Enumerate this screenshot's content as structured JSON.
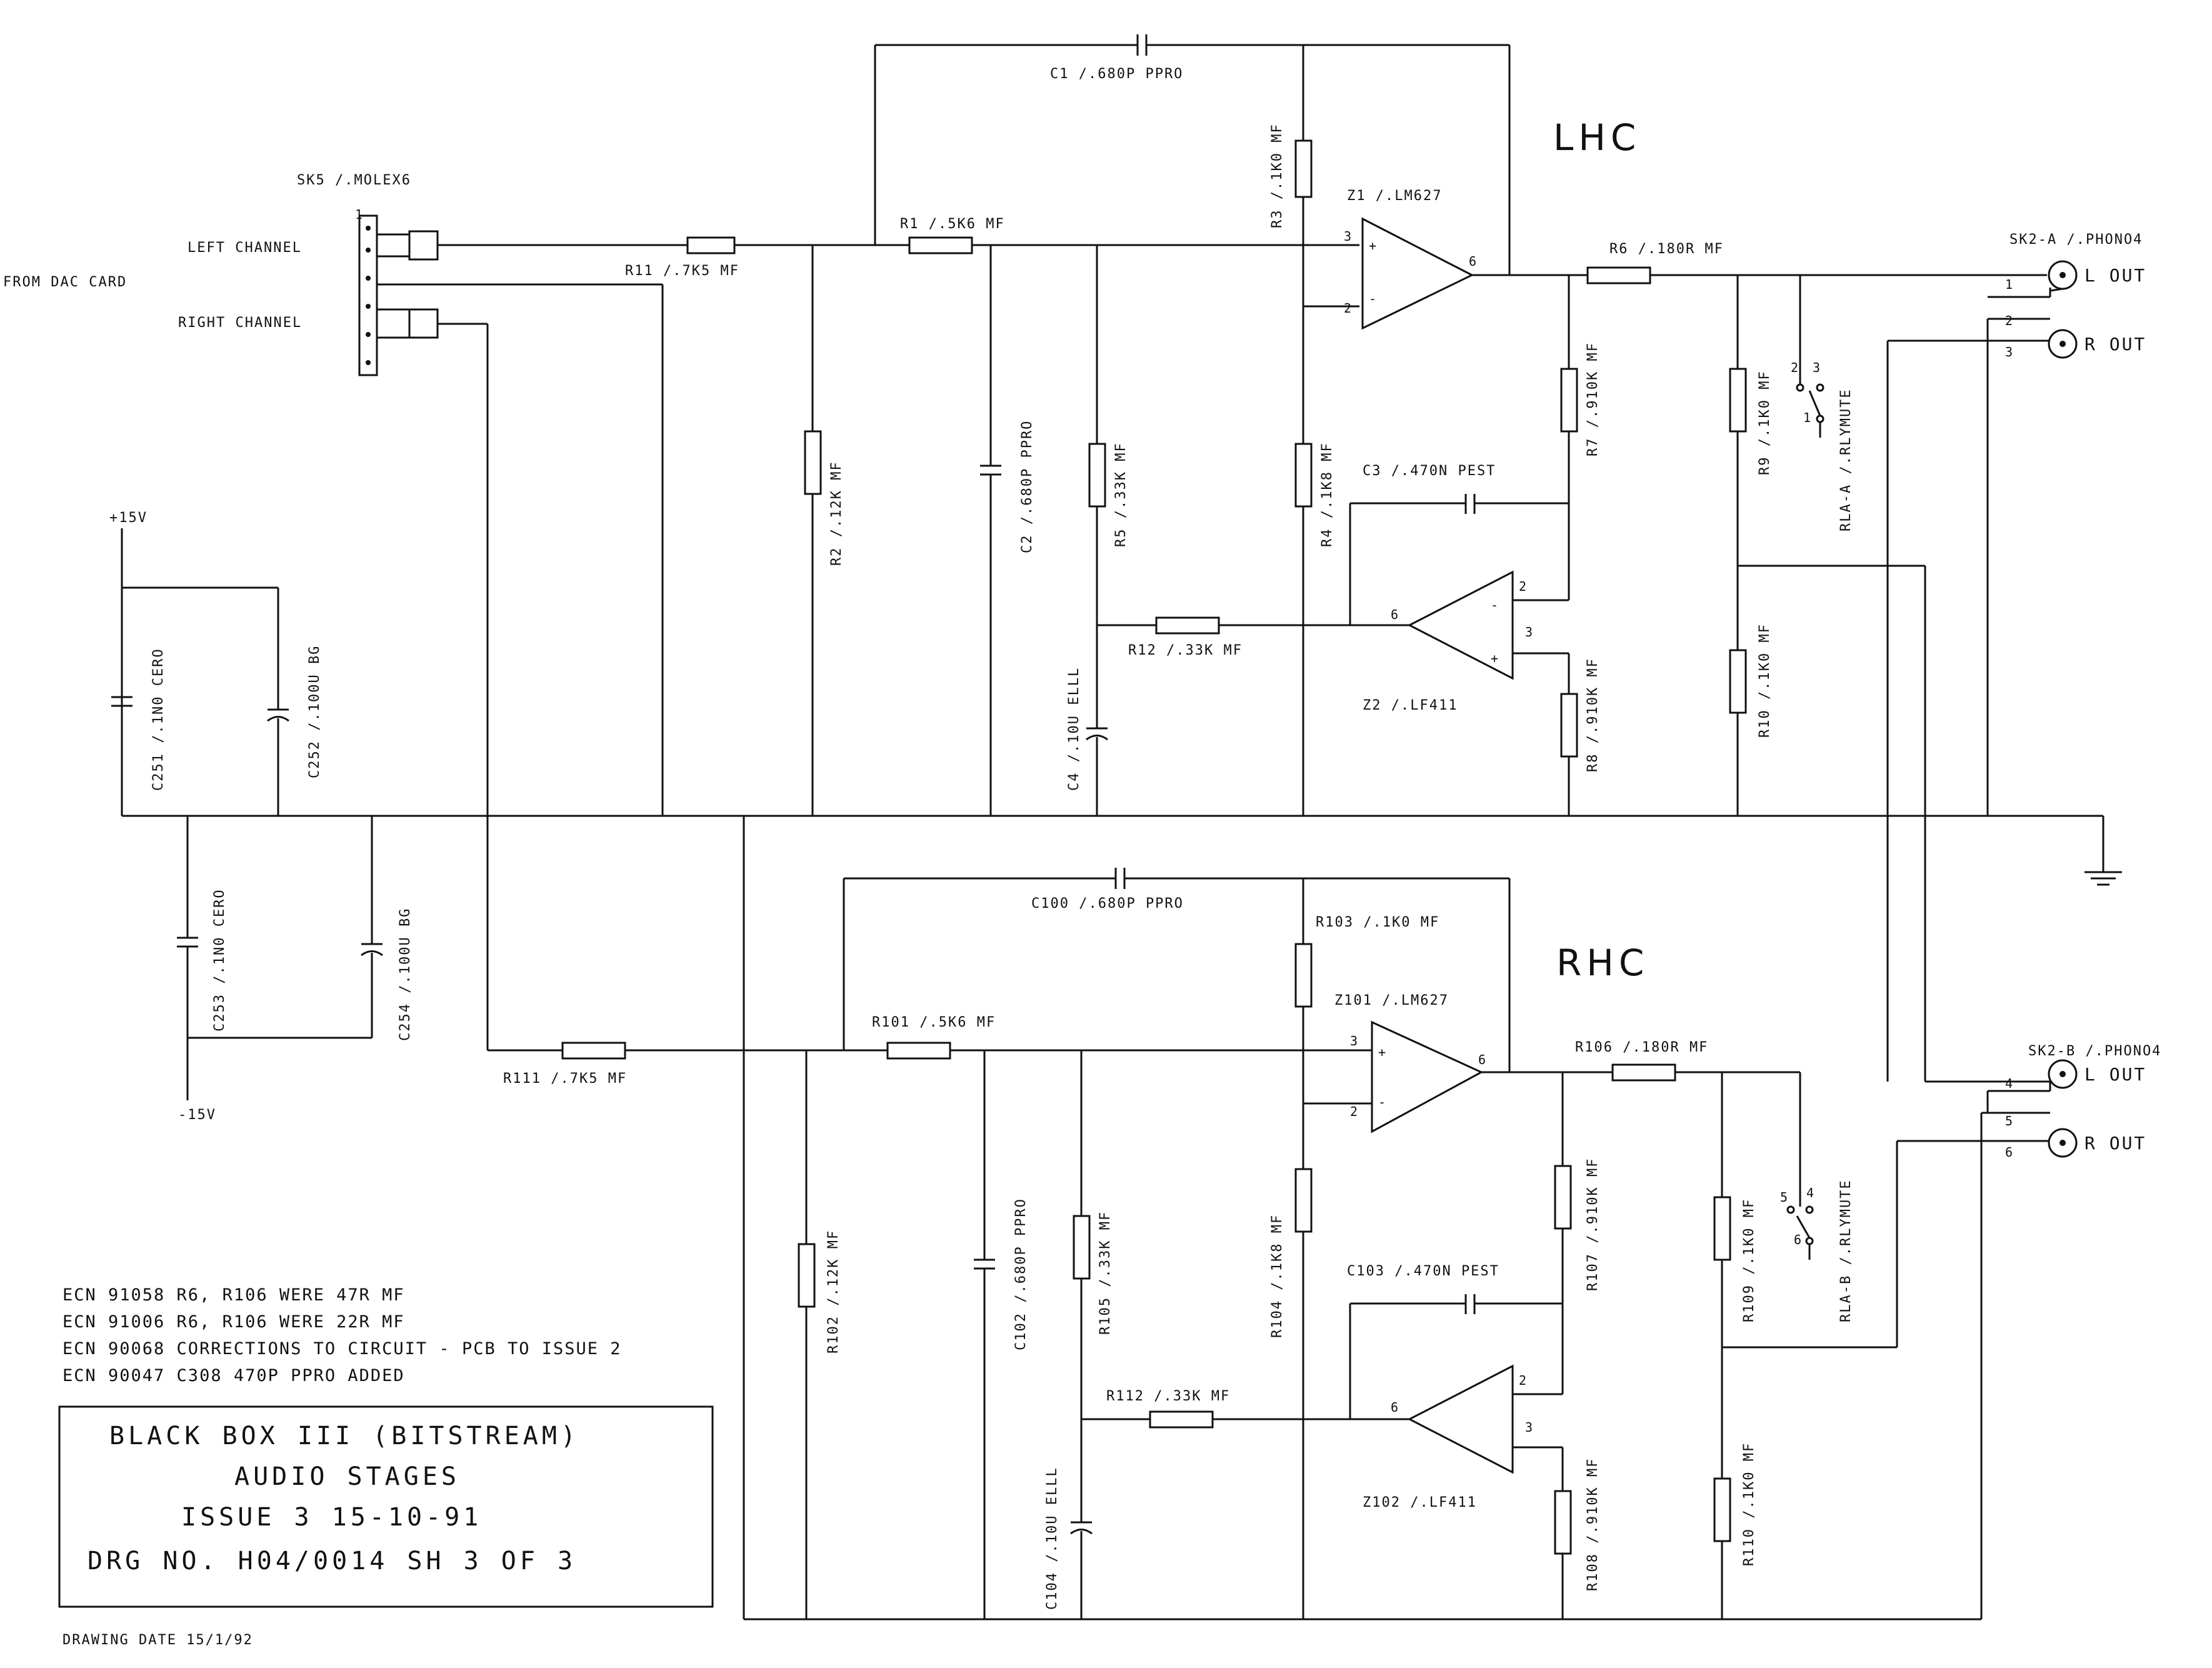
{
  "sections": {
    "left": "LHC",
    "right": "RHC"
  },
  "connectors": {
    "sk5": "SK5 /.MOLEX6",
    "source": "FROM DAC CARD",
    "left_channel": "LEFT CHANNEL",
    "right_channel": "RIGHT CHANNEL",
    "sk2a": "SK2-A /.PHONO4",
    "sk2b": "SK2-B /.PHONO4",
    "l_out": "L OUT",
    "r_out": "R OUT"
  },
  "supplies": {
    "pos": "+15V",
    "neg": "-15V"
  },
  "lhc": {
    "c1": "C1 /.680P PPRO",
    "r1": "R1 /.5K6 MF",
    "r11": "R11 /.7K5 MF",
    "r3": "R3 /.1K0 MF",
    "z1": "Z1 /.LM627",
    "r6": "R6 /.180R MF",
    "r2": "R2 /.12K MF",
    "c2": "C2 /.680P PPRO",
    "r5": "R5 /.33K MF",
    "r4": "R4 /.1K8 MF",
    "r7": "R7 /.910K MF",
    "c3": "C3 /.470N PEST",
    "r12": "R12 /.33K MF",
    "z2": "Z2 /.LF411",
    "r8": "R8 /.910K MF",
    "c4": "C4 /.10U ELLL",
    "r9": "R9 /.1K0 MF",
    "r10": "R10 /.1K0 MF",
    "rla": "RLA-A /.RLYMUTE"
  },
  "rhc": {
    "c100": "C100 /.680P PPRO",
    "r101": "R101 /.5K6 MF",
    "r111": "R111 /.7K5 MF",
    "r103": "R103 /.1K0 MF",
    "z101": "Z101 /.LM627",
    "r106": "R106 /.180R MF",
    "r102": "R102 /.12K MF",
    "c102": "C102 /.680P PPRO",
    "r105": "R105 /.33K MF",
    "r104": "R104 /.1K8 MF",
    "r107": "R107 /.910K MF",
    "c103": "C103 /.470N PEST",
    "r112": "R112 /.33K MF",
    "z102": "Z102 /.LF411",
    "r108": "R108 /.910K MF",
    "c104": "C104 /.10U ELLL",
    "r109": "R109 /.1K0 MF",
    "r110": "R110 /.1K0 MF",
    "rlb": "RLA-B /.RLYMUTE"
  },
  "supply_parts": {
    "c251": "C251 /.1N0 CERO",
    "c252": "C252 /.100U BG",
    "c253": "C253 /.1N0 CERO",
    "c254": "C254 /.100U BG"
  },
  "ecn_notes": [
    "ECN 91058  R6, R106 WERE 47R MF",
    "ECN 91006  R6, R106 WERE 22R MF",
    "ECN 90068  CORRECTIONS TO CIRCUIT - PCB TO ISSUE 2",
    "ECN 90047  C308 470P PPRO ADDED"
  ],
  "title_block": {
    "line1": "BLACK BOX III (BITSTREAM)",
    "line2": "AUDIO STAGES",
    "line3": "ISSUE 3  15-10-91",
    "line4": "DRG NO. H04/0014  SH 3 OF 3"
  },
  "drawing_date": "DRAWING DATE 15/1/92",
  "pins": {
    "p1": "1",
    "p2": "2",
    "p3": "3",
    "p4": "4",
    "p5": "5",
    "p6": "6",
    "plus": "+",
    "minus": "-"
  }
}
